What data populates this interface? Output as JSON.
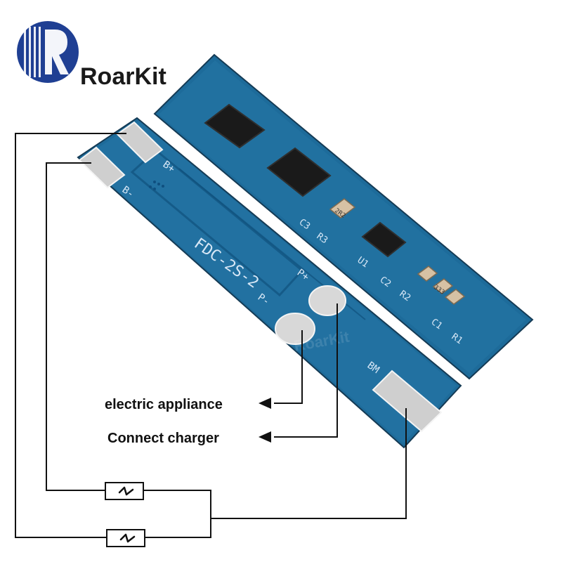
{
  "brand": {
    "name": "RoarKit",
    "logo_color": "#1f3f93"
  },
  "watermark": "RoarKit",
  "board": {
    "model": "FDC-2S-2",
    "pads": {
      "b_plus": "B+",
      "b_minus": "B-",
      "bm": "BM",
      "p_plus": "P+",
      "p_minus": "P-"
    },
    "designators": [
      "C3",
      "R3",
      "U1",
      "C2",
      "R2",
      "C1",
      "R1"
    ],
    "component_markings": [
      "2R2",
      "333"
    ],
    "pcb_color": "#1d6b9a",
    "pad_color": "#d8d8d8"
  },
  "callouts": {
    "appliance": "electric appliance",
    "charger": "Connect charger"
  },
  "colors": {
    "wire": "#111111",
    "label": "#111111"
  }
}
